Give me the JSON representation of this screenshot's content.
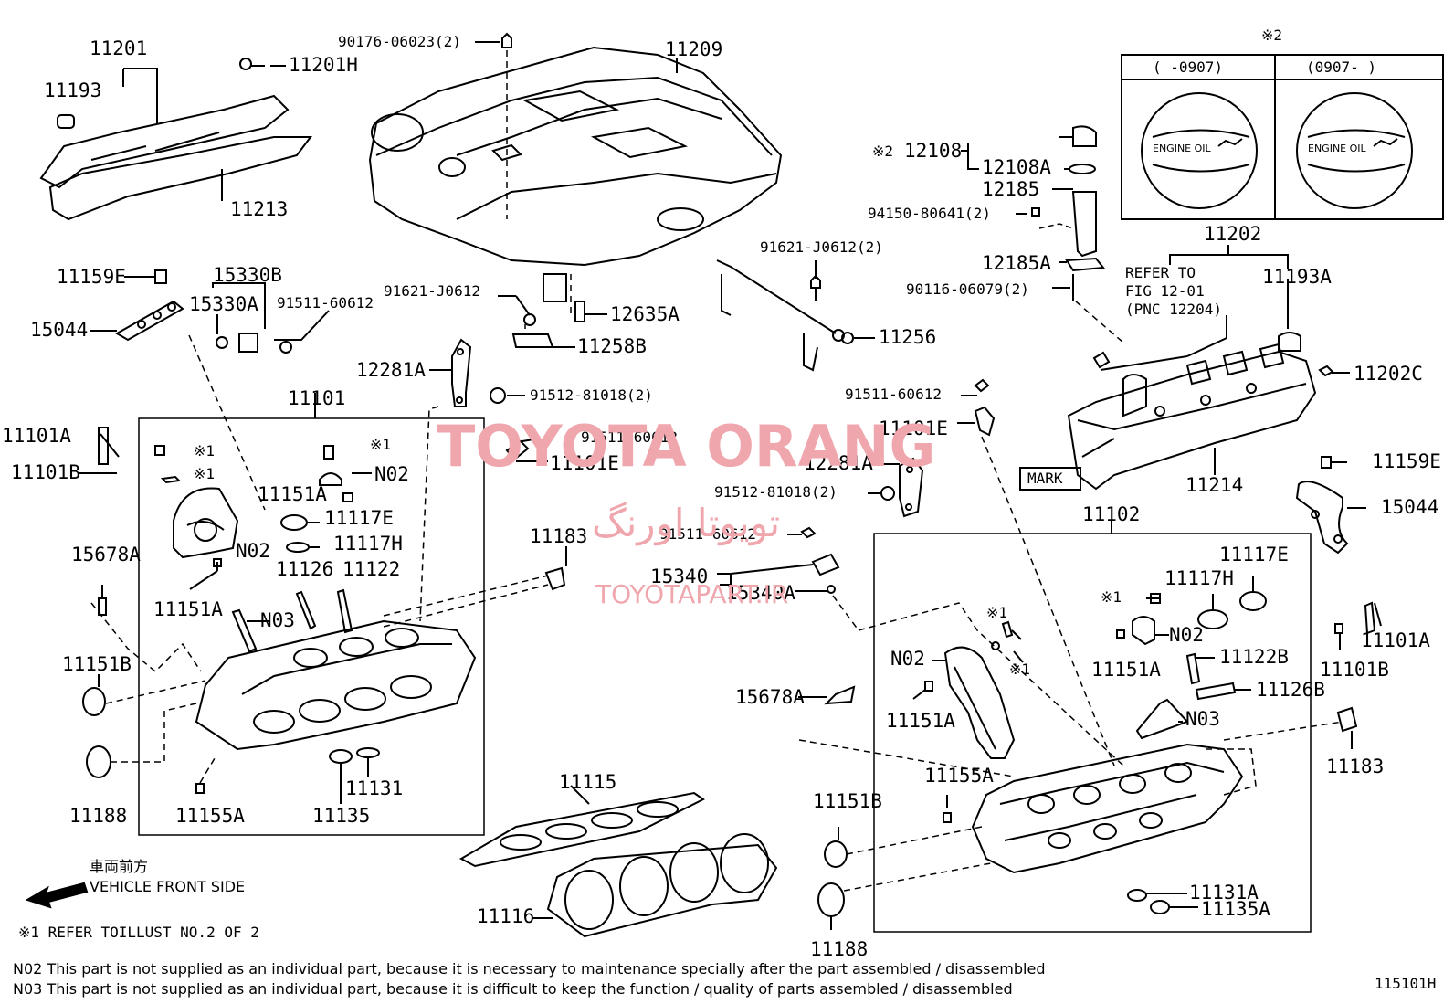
{
  "labels": {
    "p11201": "11201",
    "p11193": "11193",
    "p11201H": "11201H",
    "p11213": "11213",
    "p90176": "90176-06023(2)",
    "p11209": "11209",
    "p11159E_l": "11159E",
    "p15330B": "15330B",
    "p15330A": "15330A",
    "p15044_l": "15044",
    "p91511a": "91511-60612",
    "p91621a": "91621-J0612",
    "p12635A": "12635A",
    "p11258B": "11258B",
    "p91621b": "91621-J0612(2)",
    "p11256": "11256",
    "p12281A_l": "12281A",
    "p91512a": "91512-81018(2)",
    "p11101": "11101",
    "p11101A_l": "11101A",
    "p11101B_l": "11101B",
    "p11151A_1": "11151A",
    "p11117E_l": "11117E",
    "p11117H_l": "11117H",
    "p11126_l": "11126",
    "p11122_l": "11122",
    "pN02_1": "N02",
    "pN02_2": "N02",
    "pN03_1": "N03",
    "p11151A_2": "11151A",
    "p15678A_l": "15678A",
    "p11151B_l": "11151B",
    "p11188_l": "11188",
    "p11155A_l": "11155A",
    "p11135_l": "11135",
    "p11131_l": "11131",
    "p91511b": "91511-60612",
    "p11101E_1": "11101E",
    "p11183_l": "11183",
    "p12108": "12108",
    "p12108mark": "※2",
    "p12108A": "12108A",
    "p12185": "12185",
    "p94150": "94150-80641(2)",
    "p12185A": "12185A",
    "p90116": "90116-06079(2)",
    "p11202": "11202",
    "p11193A": "11193A",
    "p11202C": "11202C",
    "pRefer1": "REFER TO",
    "pRefer2": "FIG 12-01",
    "pRefer3": "(PNC 12204)",
    "pMark": "MARK",
    "p11214": "11214",
    "p91511c": "91511-60612",
    "p11101E_2": "11101E",
    "p12281A_2": "12281A",
    "p91512b": "91512-81018(2)",
    "p91511d": "91511-60612",
    "p15340": "15340",
    "p15340A": "15340A",
    "p11102": "11102",
    "p11159E_r": "11159E",
    "p15044_r": "15044",
    "p11117E_r": "11117E",
    "p11117H_r": "11117H",
    "pN02_r": "N02",
    "pN02_r2": "N02",
    "p11151A_r1": "11151A",
    "p11151A_r2": "11151A",
    "p11122B": "11122B",
    "p11126B": "11126B",
    "pN03_r": "N03",
    "p11101A_r": "11101A",
    "p11101B_r": "11101B",
    "p11183_r": "11183",
    "p15678A_r": "15678A",
    "p11155A_r": "11155A",
    "p11151B_r": "11151B",
    "p11188_r": "11188",
    "p11131A": "11131A",
    "p11135A": "11135A",
    "p11115": "11115",
    "p11116": "11116",
    "star1a": "※1",
    "star1b": "※1",
    "star1c": "※1",
    "star1d": "※1",
    "star1e": "※1",
    "star1f": "※1"
  },
  "inset": {
    "star": "※2",
    "left_period": "(      -0907)",
    "right_period": "(0907-       )",
    "cap_text_left": "ENGINE OIL",
    "cap_text_right": "ENGINE OIL"
  },
  "front": {
    "jp": "車両前方",
    "en": "VEHICLE FRONT SIDE"
  },
  "notes": {
    "refer": "※1 REFER TOILLUST NO.2 OF 2",
    "n02": "N02  This part is not supplied as an individual part, because it is necessary to maintenance specially after the part assembled / disassembled",
    "n03": "N03  This part is not supplied as an individual part, because it is difficult to keep the function / quality of parts  assembled / disassembled"
  },
  "watermark": {
    "main": "TOYOTA ORANG",
    "persian": "تویوتا اورنگ",
    "site": "TOYOTAPART.IR"
  },
  "figure_id": "115101H"
}
